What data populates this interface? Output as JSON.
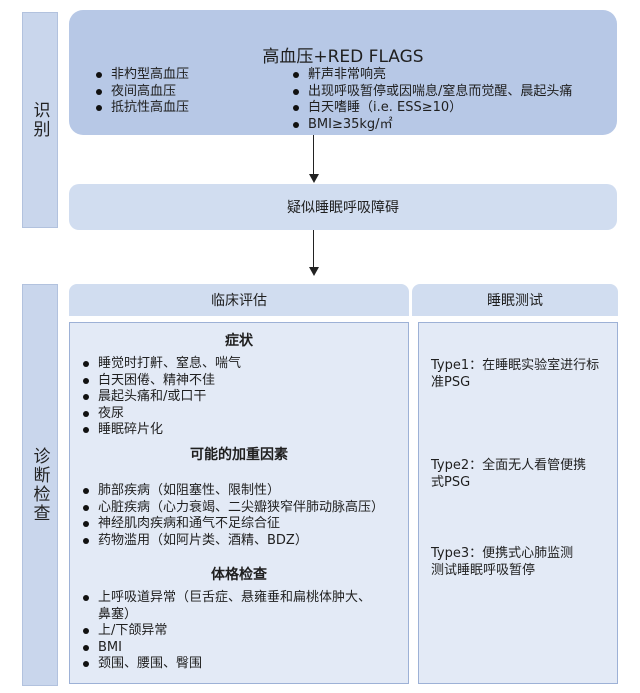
{
  "labels": {
    "identify": "识别",
    "diagnose": "诊断检查"
  },
  "top": {
    "title": "高血压+RED FLAGS",
    "left_items": [
      "非杓型高血压",
      "夜间高血压",
      "抵抗性高血压"
    ],
    "right_items": [
      "鼾声非常响亮",
      "出现呼吸暂停或因喘息/窒息而觉醒、晨起头痛",
      "白天嗜睡（i.e. ESS≥10）",
      "BMI≥35kg/㎡"
    ]
  },
  "suspect": "疑似睡眠呼吸障碍",
  "headers": {
    "clinical": "临床评估",
    "sleep_test": "睡眠测试"
  },
  "clinical": {
    "symptoms_title": "症状",
    "symptoms": [
      "睡觉时打鼾、窒息、喘气",
      "白天困倦、精神不佳",
      "晨起头痛和/或口干",
      "夜尿",
      "睡眠碎片化"
    ],
    "factors_title": "可能的加重因素",
    "factors": [
      "肺部疾病（如阻塞性、限制性）",
      "心脏疾病（心力衰竭、二尖瓣狭窄伴肺动脉高压）",
      "神经肌肉疾病和通气不足综合征",
      "药物滥用（如阿片类、酒精、BDZ）"
    ],
    "exam_title": "体格检查",
    "exam_line1": "上呼吸道异常（巨舌症、悬雍垂和扁桃体肿大、",
    "exam_line2": "鼻塞）",
    "exam_rest": [
      "上/下颌异常",
      "BMI",
      "颈围、腰围、臀围"
    ]
  },
  "sleep_tests": [
    {
      "l1": "Type1：在睡眠实验室进行标",
      "l2": "准PSG"
    },
    {
      "l1": "Type2：全面无人看管便携",
      "l2": "式PSG"
    },
    {
      "l1": "Type3：便携式心肺监测",
      "l2": "测试睡眠呼吸暂停"
    }
  ],
  "colors": {
    "dark_box": "#b7c8e6",
    "light_box": "#d1ddf0",
    "pale_box": "#e3eaf6",
    "side_label": "#c9d6ec"
  }
}
